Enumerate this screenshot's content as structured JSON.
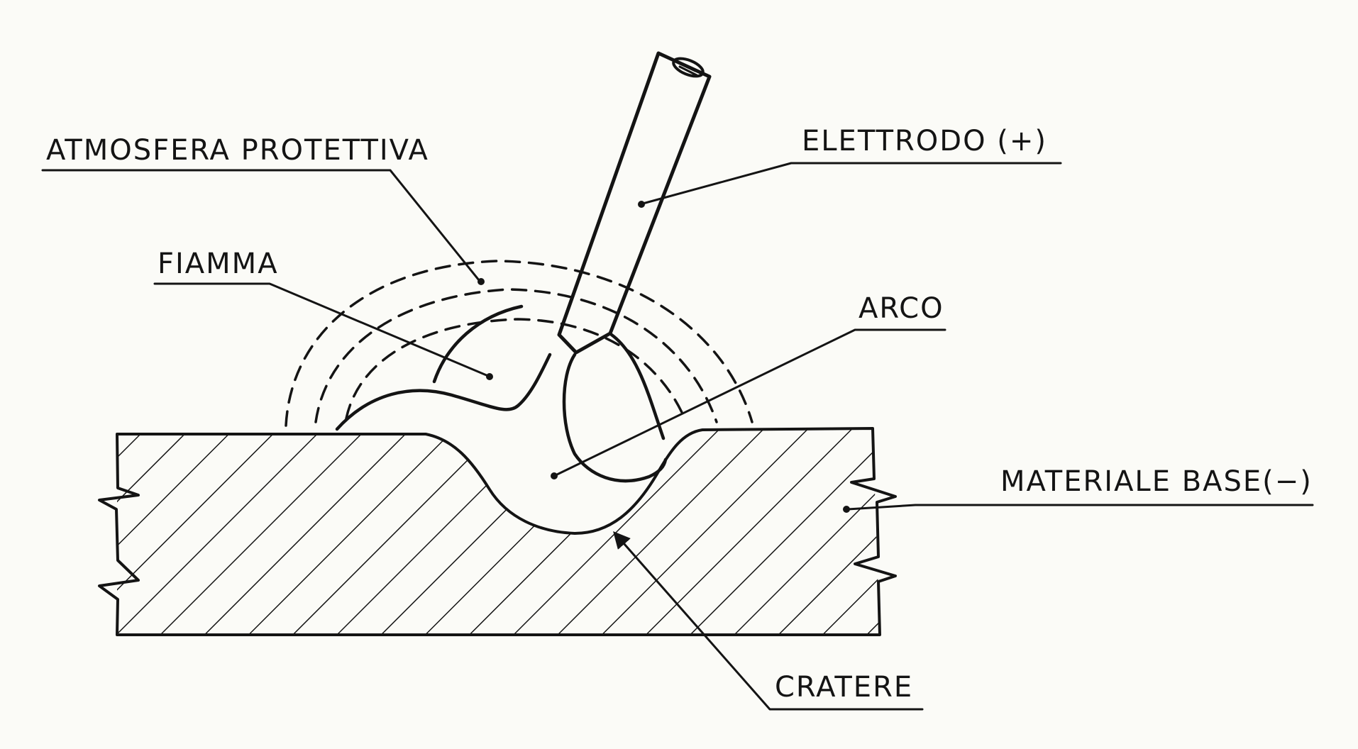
{
  "labels": {
    "atmosphere": "ATMOSFERA PROTETTIVA",
    "electrode": "ELETTRODO (+)",
    "flame": "FIAMMA",
    "arc": "ARCO",
    "base_material": "MATERIALE BASE(−)",
    "crater": "CRATERE"
  },
  "colors": {
    "ink": "#141414",
    "paper": "#fbfbf7"
  }
}
